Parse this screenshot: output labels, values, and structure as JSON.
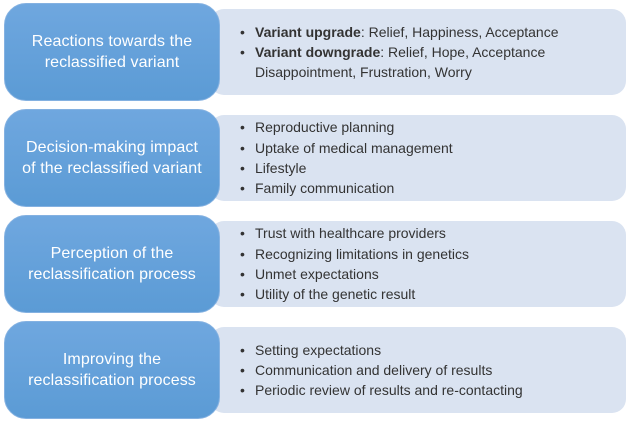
{
  "diagram": {
    "bullet_glyph": "•",
    "colors": {
      "box_fill": "#5B9BD5",
      "box_fill_top": "#6FA7DF",
      "box_border": "#84B1E1",
      "panel_fill": "#DAE3F1",
      "heading_text": "#FFFFFF",
      "bullet_text": "#333333"
    },
    "rows": [
      {
        "heading": "Reactions towards the\nreclassified variant",
        "bullets": [
          {
            "bold": "Variant upgrade",
            "rest": ": Relief, Happiness, Acceptance"
          },
          {
            "bold": "Variant downgrade",
            "rest": ": Relief, Hope, Acceptance\nDisappointment, Frustration, Worry"
          }
        ]
      },
      {
        "heading": "Decision-making impact\nof the reclassified variant",
        "bullets": [
          "Reproductive planning",
          "Uptake of medical management",
          "Lifestyle",
          "Family communication"
        ]
      },
      {
        "heading": "Perception of the\nreclassification process",
        "bullets": [
          "Trust with healthcare providers",
          "Recognizing limitations in genetics",
          "Unmet expectations",
          "Utility of the genetic result"
        ]
      },
      {
        "heading": "Improving the\nreclassification process",
        "bullets": [
          "Setting expectations",
          "Communication and delivery of results",
          "Periodic review of results and re-contacting"
        ]
      }
    ]
  }
}
